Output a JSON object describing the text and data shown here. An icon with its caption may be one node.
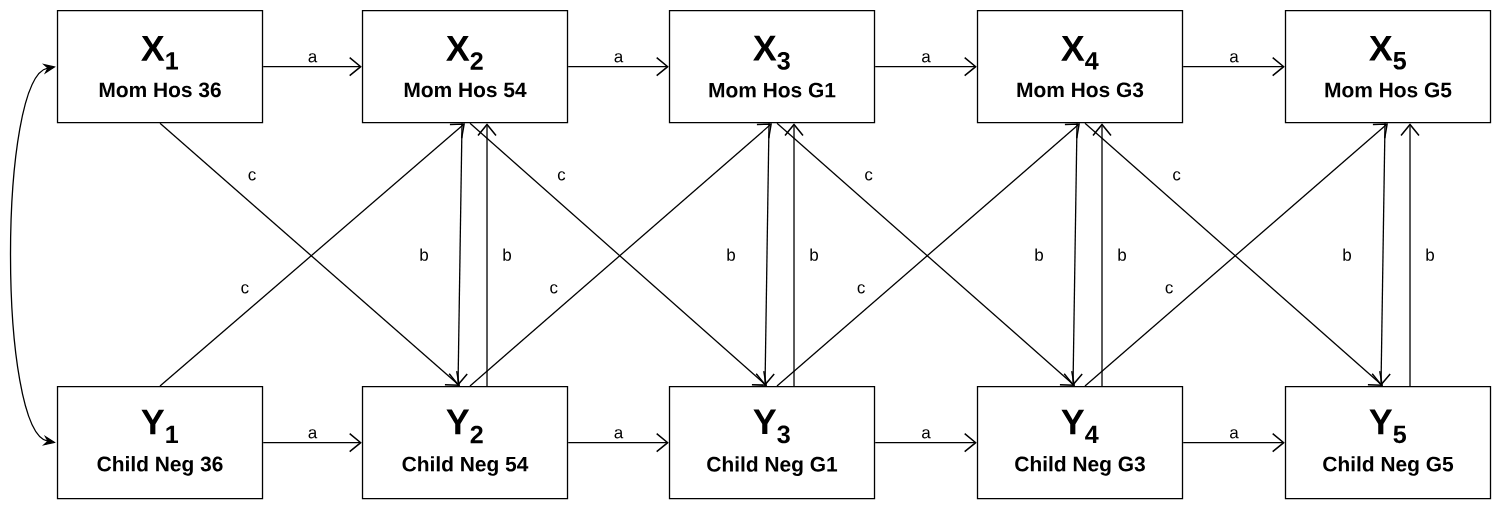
{
  "diagram": {
    "nodes": [
      {
        "text": [
          "X$_{1}$",
          "Mom Hos 36"
        ]
      },
      {
        "text": [
          "X$_{2}$",
          "Mom Hos 54"
        ]
      },
      {
        "text": [
          "X$_{3}$",
          "Mom Hos G1"
        ]
      },
      {
        "text": [
          "X$_{4}$",
          "Mom Hos G3"
        ]
      },
      {
        "text": [
          "X$_{5}$",
          "Mom Hos G5"
        ]
      },
      {
        "text": [
          "Y$_{1}$",
          "Child  Neg 36"
        ]
      },
      {
        "text": [
          "Y$_{2}$",
          "Child  Neg 54"
        ]
      },
      {
        "text": [
          "Y$_{3}$",
          "Child  Neg G1"
        ]
      },
      {
        "text": [
          "Y$_{4}$",
          "Child  Neg G3"
        ]
      },
      {
        "text": [
          "Y$_{5}$",
          "Child  Neg G5"
        ]
      }
    ],
    "edges": [
      {
        "from": 0,
        "to": 1,
        "arrow": "to",
        "label": "a"
      },
      {
        "from": 1,
        "to": 2,
        "arrow": "to",
        "label": "a"
      },
      {
        "from": 2,
        "to": 3,
        "arrow": "to",
        "label": "a"
      },
      {
        "from": 3,
        "to": 4,
        "arrow": "to",
        "label": "a"
      },
      {
        "from": 5,
        "to": 6,
        "arrow": "to",
        "label": "a"
      },
      {
        "from": 6,
        "to": 7,
        "arrow": "to",
        "label": "a"
      },
      {
        "from": 7,
        "to": 8,
        "arrow": "to",
        "label": "a"
      },
      {
        "from": 8,
        "to": 9,
        "arrow": "to",
        "label": "a"
      },
      {
        "from": 0,
        "to": 5,
        "arrow": "both"
      },
      {
        "from": 0,
        "to": 6,
        "arrow": "to",
        "label": "c"
      },
      {
        "from": 5,
        "to": 1,
        "arrow": "to",
        "label": "c"
      },
      {
        "from": 1,
        "to": 6,
        "arrow": "to",
        "label": "b"
      },
      {
        "from": 6,
        "to": 1,
        "arrow": "to",
        "label": "b"
      },
      {
        "from": 1,
        "to": 7,
        "arrow": "to",
        "label": "c"
      },
      {
        "from": 6,
        "to": 2,
        "arrow": "to",
        "label": "c"
      },
      {
        "from": 2,
        "to": 7,
        "arrow": "to",
        "label": "b"
      },
      {
        "from": 7,
        "to": 2,
        "arrow": "to",
        "label": "b"
      },
      {
        "from": 2,
        "to": 8,
        "arrow": "to",
        "label": "c"
      },
      {
        "from": 7,
        "to": 3,
        "arrow": "to",
        "label": "c"
      },
      {
        "from": 3,
        "to": 8,
        "arrow": "to",
        "label": "b"
      },
      {
        "from": 8,
        "to": 3,
        "arrow": "to",
        "label": "b"
      },
      {
        "from": 3,
        "to": 9,
        "arrow": "to",
        "label": "c"
      },
      {
        "from": 8,
        "to": 4,
        "arrow": "to",
        "label": "c"
      },
      {
        "from": 4,
        "to": 9,
        "arrow": "to",
        "label": "b"
      },
      {
        "from": 9,
        "to": 4,
        "arrow": "to",
        "label": "b"
      }
    ]
  }
}
